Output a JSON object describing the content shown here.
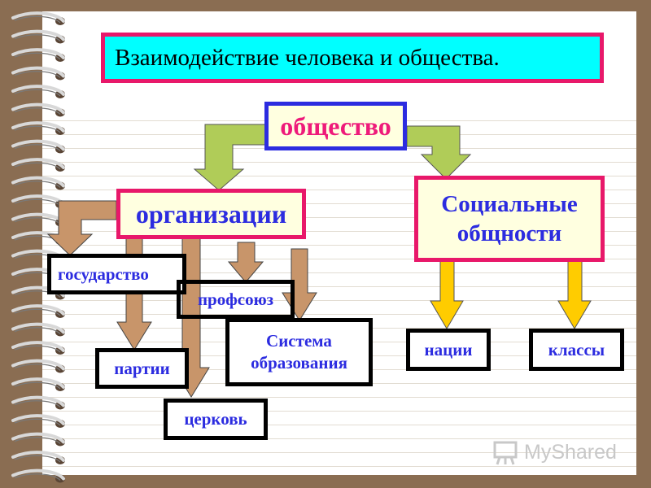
{
  "title": "Взаимодействие человека и общества.",
  "nodes": {
    "society": "общество",
    "organizations": "организации",
    "social_communities": "Социальные общности",
    "state": "государство",
    "trade_union": "профсоюз",
    "parties": "партии",
    "church": "церковь",
    "education_system": "Система образования",
    "nations": "нации",
    "classes": "классы"
  },
  "watermark": "MyShared",
  "colors": {
    "title_fill": "#00ffff",
    "title_border": "#e8186a",
    "society_border": "#2c2ce0",
    "box_fill": "#ffffe0",
    "society_text": "#ee1a7a",
    "node_text": "#2c2ce0",
    "green_arrow": "#b0cc58",
    "brown_arrow": "#c8956a",
    "yellow_arrow": "#ffcc00"
  }
}
